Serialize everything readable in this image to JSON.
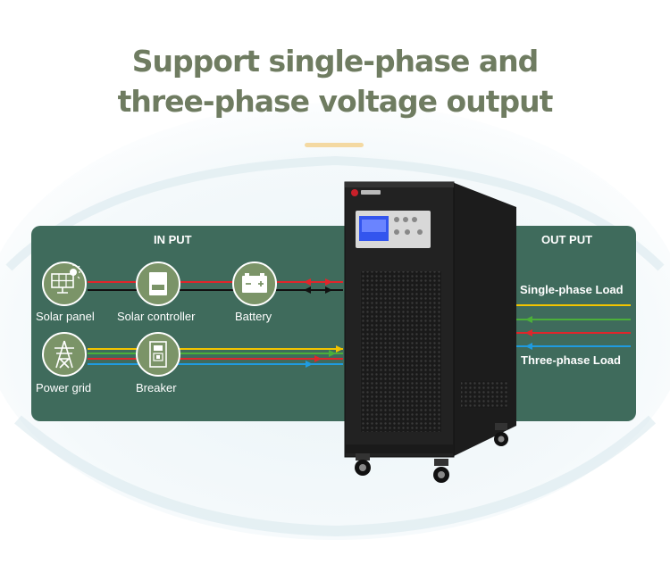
{
  "title": {
    "line1": "Support single-phase and",
    "line2": "three-phase voltage output"
  },
  "input_panel": {
    "heading": "IN PUT",
    "sources": [
      {
        "label": "Solar panel",
        "icon": "solar-panel-icon"
      },
      {
        "label": "Solar controller",
        "icon": "solar-controller-icon"
      },
      {
        "label": "Battery",
        "icon": "battery-icon"
      },
      {
        "label": "Power grid",
        "icon": "power-tower-icon"
      },
      {
        "label": "Breaker",
        "icon": "breaker-icon"
      }
    ]
  },
  "output_panel": {
    "heading": "OUT PUT",
    "single_phase_label": "Single-phase Load",
    "three_phase_label": "Three-phase Load"
  },
  "wire_colors": {
    "red": "#e0262b",
    "black": "#111111",
    "yellow": "#f2c400",
    "green": "#4caf3a",
    "blue": "#1f9be0"
  },
  "colors": {
    "panel": "#3f6b5c",
    "node": "#7b9468",
    "title": "#6f7c61",
    "accent_underline": "#f4d9a2"
  }
}
